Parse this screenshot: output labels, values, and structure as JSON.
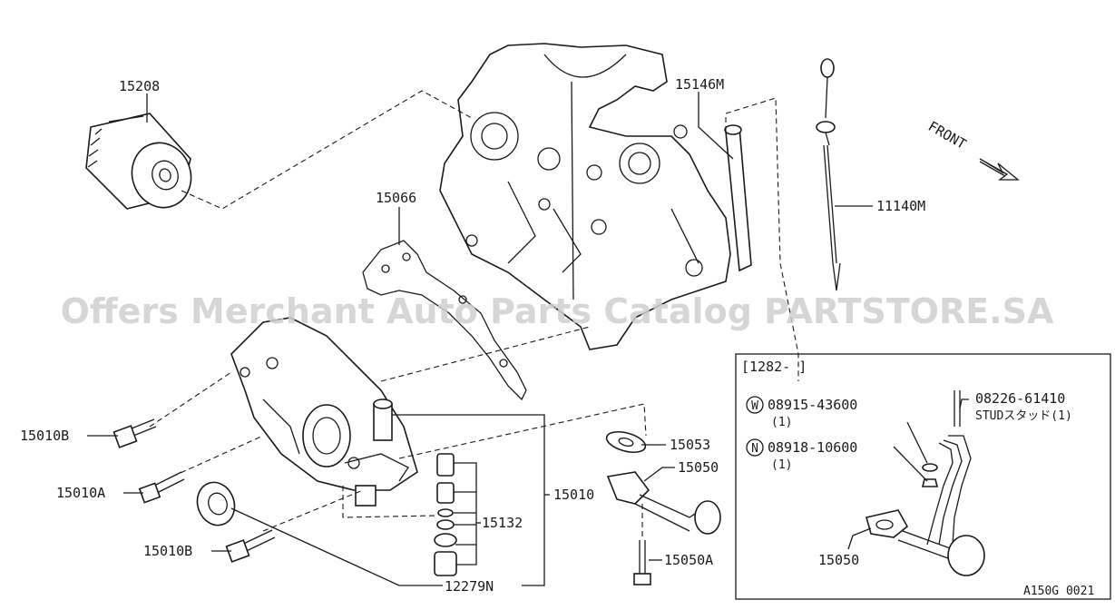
{
  "labels": {
    "oil_filter": "15208",
    "dipstick_tube": "15146M",
    "dipstick": "11140M",
    "front": "FRONT",
    "gasket": "15066",
    "bolt_b_upper": "15010B",
    "bolt_a": "15010A",
    "bolt_b_lower": "15010B",
    "gasket_strainer": "15053",
    "strainer": "15050",
    "oil_pump_assy": "15010",
    "relief_valve": "15132",
    "bolt_strainer": "15050A",
    "oil_seal": "12279N",
    "inset_range": "[1282-    ]",
    "washer_part": "08915-43600",
    "washer_qty": "(1)",
    "washer_code": "W",
    "nut_part": "08918-10600",
    "nut_qty": "(1)",
    "nut_code": "N",
    "stud_part": "08226-61410",
    "stud_desc": "STUDスタッド(1)",
    "inset_strainer": "15050",
    "figure_code": "A150G 0021"
  },
  "watermark": "Offers Merchant Auto Parts Catalog PARTSTORE.SA"
}
